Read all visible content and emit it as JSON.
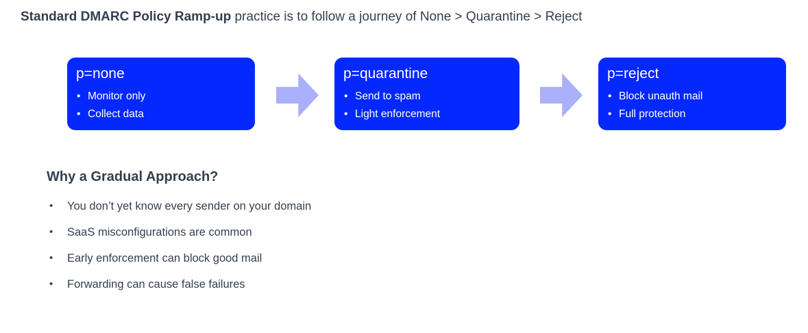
{
  "title": {
    "emphasis": "Standard DMARC Policy Ramp-up",
    "rest": " practice is to follow a journey of None > Quarantine > Reject"
  },
  "flow": {
    "stages": [
      {
        "heading": "p=none",
        "bullets": [
          "Monitor only",
          "Collect data"
        ]
      },
      {
        "heading": "p=quarantine",
        "bullets": [
          "Send to spam",
          "Light enforcement"
        ]
      },
      {
        "heading": "p=reject",
        "bullets": [
          "Block unauth mail",
          "Full protection"
        ]
      }
    ],
    "arrow_icon": "arrow-right"
  },
  "why_section": {
    "heading": "Why a Gradual Approach?",
    "bullets": [
      "You don’t yet know every sender on your domain",
      "SaaS misconfigurations are common",
      "Early enforcement can block good mail",
      "Forwarding can cause false failures"
    ]
  },
  "colors": {
    "stage_box_blue": "#0428ff",
    "arrow_lavender": "#aab0fa",
    "text_dark": "#333f50",
    "stage_text": "#ffffff",
    "background": "#ffffff"
  }
}
